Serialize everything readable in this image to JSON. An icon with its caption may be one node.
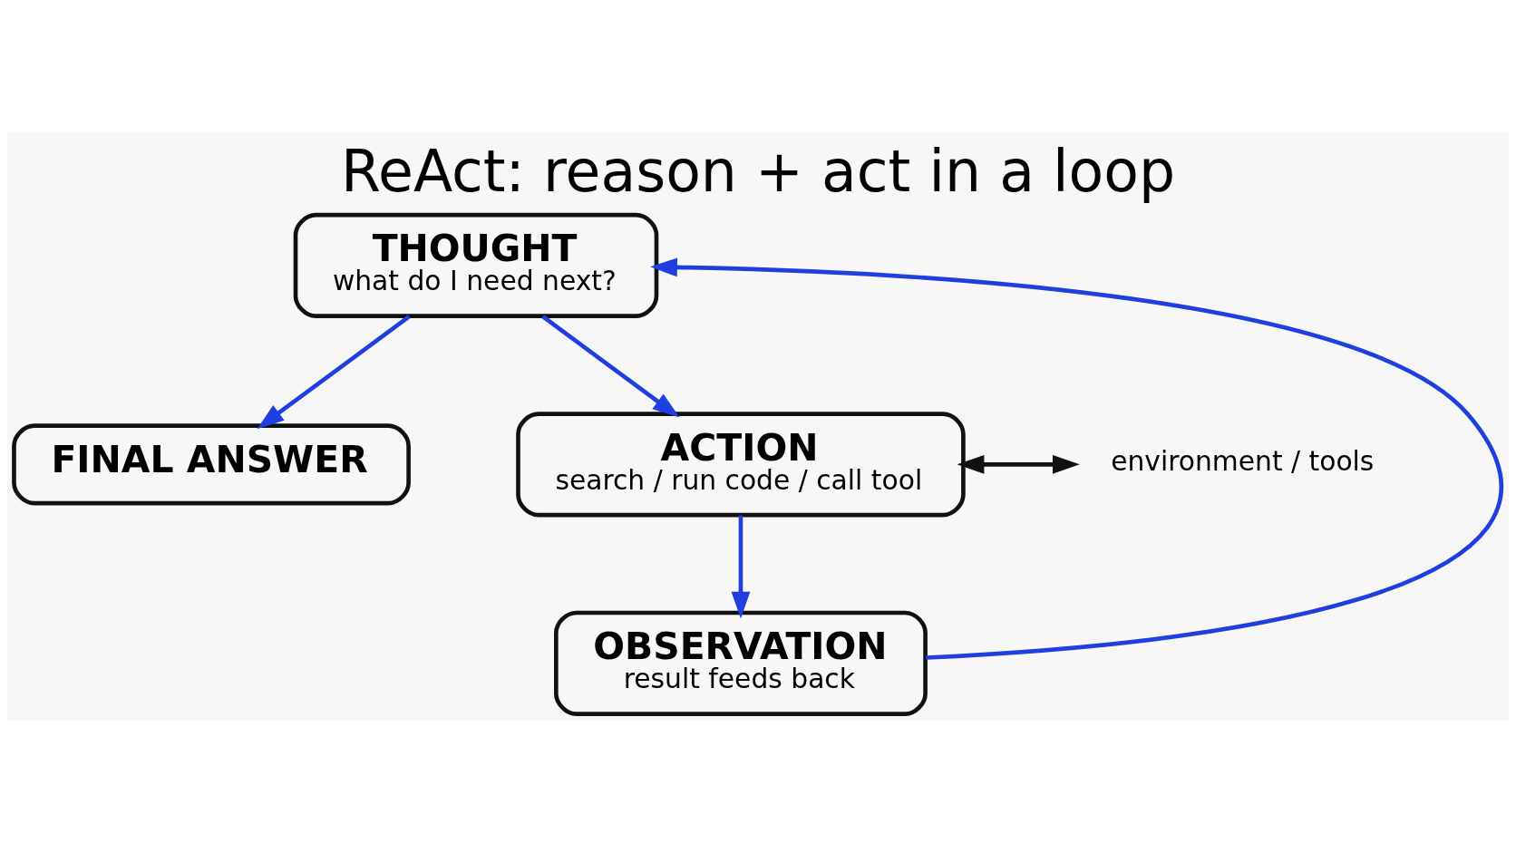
{
  "diagram": {
    "title": "ReAct: reason + act in a loop",
    "nodes": [
      {
        "text": [
          "THOUGHT",
          "what do I need next?"
        ]
      },
      {
        "text": [
          "FINAL ANSWER"
        ]
      },
      {
        "text": [
          "ACTION",
          "search / run code / call tool"
        ]
      },
      {
        "text": [
          "OBSERVATION",
          "result feeds back"
        ]
      },
      {
        "text": [
          "environment / tools"
        ]
      }
    ],
    "edges": [
      {
        "from": 0,
        "to": 1,
        "arrow": "to"
      },
      {
        "from": 0,
        "to": 2,
        "arrow": "to"
      },
      {
        "from": 2,
        "to": 4,
        "arrow": "both",
        "color": "#111111"
      },
      {
        "from": 2,
        "to": 3,
        "arrow": "to"
      },
      {
        "from": 3,
        "to": 0,
        "arrow": "to"
      }
    ]
  }
}
